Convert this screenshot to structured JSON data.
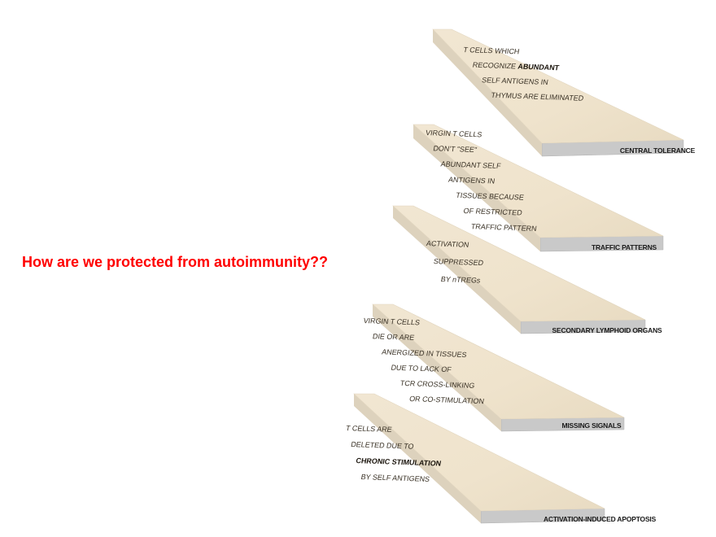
{
  "question": "How are we protected from autoimmunity??",
  "layers": [
    {
      "id": "central-tolerance",
      "label": "CENTRAL TOLERANCE",
      "lines": [
        {
          "text": "T CELLS WHICH",
          "bold": ""
        },
        {
          "text": "RECOGNIZE ",
          "bold": "ABUNDANT"
        },
        {
          "text": "SELF ANTIGENS IN",
          "bold": ""
        },
        {
          "text": "THYMUS ARE ELIMINATED",
          "bold": ""
        }
      ]
    },
    {
      "id": "traffic-patterns",
      "label": "TRAFFIC PATTERNS",
      "lines": [
        {
          "text": "VIRGIN T CELLS",
          "bold": ""
        },
        {
          "text": "DON'T \"SEE\"",
          "bold": ""
        },
        {
          "text": "ABUNDANT SELF",
          "bold": ""
        },
        {
          "text": "ANTIGENS IN",
          "bold": ""
        },
        {
          "text": "TISSUES BECAUSE",
          "bold": ""
        },
        {
          "text": "OF RESTRICTED",
          "bold": ""
        },
        {
          "text": "TRAFFIC PATTERN",
          "bold": ""
        }
      ]
    },
    {
      "id": "secondary-lymphoid-organs",
      "label": "SECONDARY LYMPHOID ORGANS",
      "lines": [
        {
          "text": "ACTIVATION",
          "bold": ""
        },
        {
          "text": "SUPPRESSED",
          "bold": ""
        },
        {
          "text": "BY nTREGs",
          "bold": ""
        }
      ]
    },
    {
      "id": "missing-signals",
      "label": "MISSING SIGNALS",
      "lines": [
        {
          "text": "VIRGIN T CELLS",
          "bold": ""
        },
        {
          "text": "DIE OR ARE",
          "bold": ""
        },
        {
          "text": "ANERGIZED IN TISSUES",
          "bold": ""
        },
        {
          "text": "DUE TO LACK OF",
          "bold": ""
        },
        {
          "text": "TCR CROSS-LINKING",
          "bold": ""
        },
        {
          "text": "OR CO-STIMULATION",
          "bold": ""
        }
      ]
    },
    {
      "id": "activation-induced-apoptosis",
      "label": "ACTIVATION-INDUCED APOPTOSIS",
      "lines": [
        {
          "text": "T CELLS ARE",
          "bold": ""
        },
        {
          "text": "DELETED DUE TO",
          "bold": ""
        },
        {
          "text": "",
          "bold": "CHRONIC STIMULATION"
        },
        {
          "text": "BY SELF ANTIGENS",
          "bold": ""
        }
      ]
    }
  ]
}
